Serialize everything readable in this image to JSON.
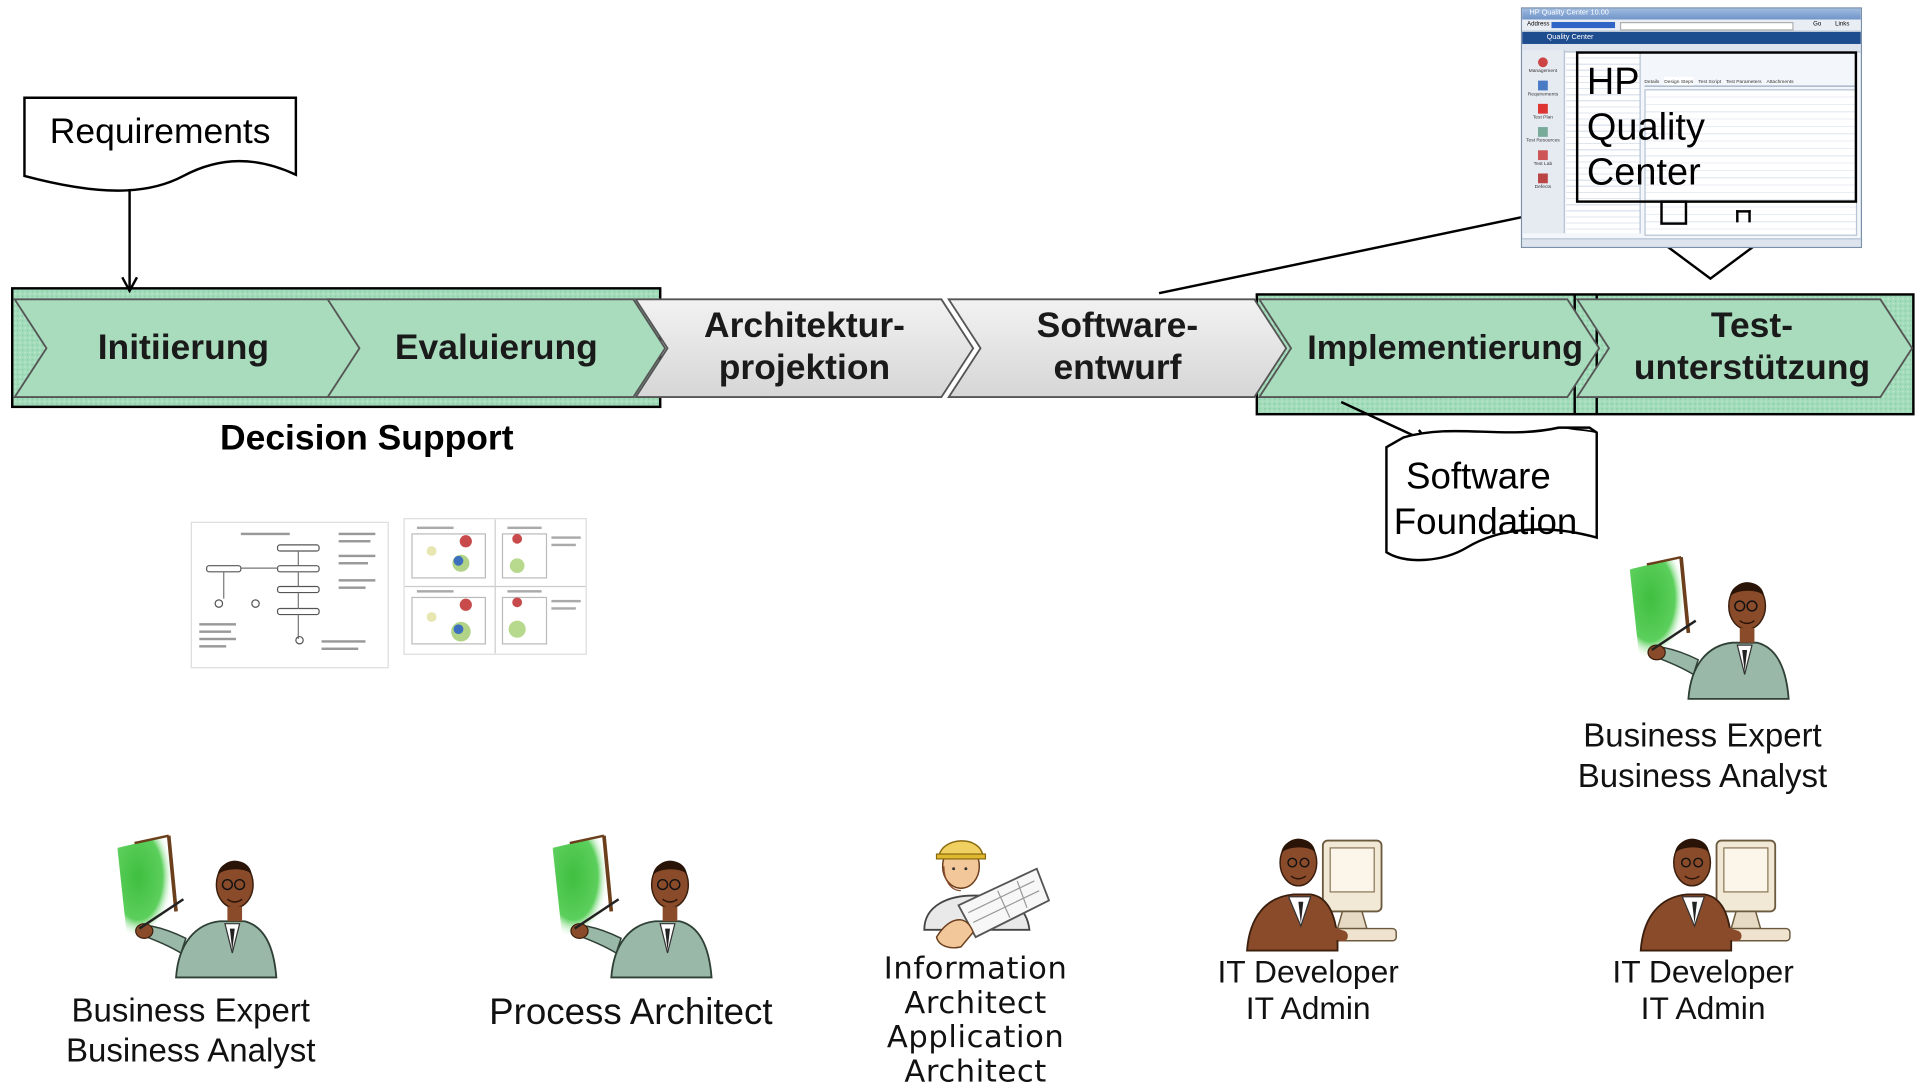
{
  "requirements": {
    "label": "Requirements"
  },
  "process": {
    "steps": [
      {
        "line1": "Initiierung",
        "line2": ""
      },
      {
        "line1": "Evaluierung",
        "line2": ""
      },
      {
        "line1": "Architektur-",
        "line2": "projektion"
      },
      {
        "line1": "Software-",
        "line2": "entwurf"
      },
      {
        "line1": "Implementierung",
        "line2": ""
      },
      {
        "line1": "Test-",
        "line2": "unterstützung"
      }
    ]
  },
  "decision_support": {
    "label": "Decision Support"
  },
  "qc_screenshot": {
    "overlay_line1": "HP",
    "overlay_line2": "Quality",
    "overlay_line3": "Center",
    "window_title": "HP Quality Center 10.00",
    "address_label": "Address",
    "go_label": "Go",
    "links_label": "Links",
    "app_name": "Quality Center",
    "tabs": [
      "Details",
      "Design Steps",
      "Test Script",
      "Test Parameters",
      "Attachments"
    ],
    "sidebar_items": [
      "Management",
      "Requirements",
      "Test Plan",
      "Test Resources",
      "Test Lab",
      "Defects"
    ]
  },
  "software_foundation": {
    "line1": "Software",
    "line2": "Foundation"
  },
  "roles": {
    "top_right": {
      "line1": "Business Expert",
      "line2": "Business Analyst"
    },
    "bottom": [
      {
        "line1": "Business Expert",
        "line2": "Business Analyst"
      },
      {
        "line1": "Process Architect",
        "line2": ""
      },
      {
        "line1": "Information",
        "line2": "Architect",
        "line3": "Application",
        "line4": "Architect"
      },
      {
        "line1": "IT Developer",
        "line2": "IT Admin"
      },
      {
        "line1": "IT Developer",
        "line2": "IT Admin"
      }
    ]
  },
  "colors": {
    "phase_green": "#9fdcb6",
    "phase_grey": "#e4e4e4",
    "green_glow": "#3fbf3f",
    "suit": "#9ab8a7",
    "skin": "#8a4b2a"
  }
}
